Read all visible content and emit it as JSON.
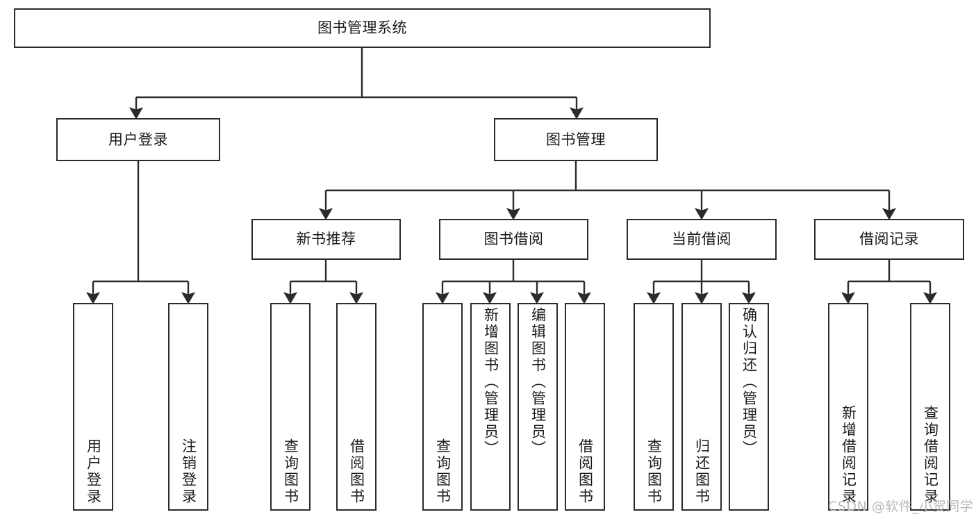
{
  "diagram": {
    "type": "tree-hierarchy",
    "title": "图书管理系统",
    "orientation": "top-down",
    "colors": {
      "node_border": "#2b2b2b",
      "node_fill": "#ffffff",
      "edge": "#2b2b2b",
      "text": "#1a1a1a",
      "watermark": "#b9b9b9",
      "background": "#ffffff"
    },
    "levels": {
      "root": {
        "label": "图书管理系统"
      },
      "level2": [
        {
          "id": "user-login",
          "label": "用户登录"
        },
        {
          "id": "book-management",
          "label": "图书管理"
        }
      ],
      "level3": [
        {
          "id": "new-book-recommend",
          "label": "新书推荐",
          "parent": "book-management"
        },
        {
          "id": "book-borrow",
          "label": "图书借阅",
          "parent": "book-management"
        },
        {
          "id": "current-borrow",
          "label": "当前借阅",
          "parent": "book-management"
        },
        {
          "id": "borrow-record",
          "label": "借阅记录",
          "parent": "book-management"
        }
      ],
      "leaves": [
        {
          "id": "leaf-user-login",
          "label": "用户登录",
          "parent": "user-login"
        },
        {
          "id": "leaf-logout-login",
          "label": "注销登录",
          "parent": "user-login"
        },
        {
          "id": "leaf-query-book-1",
          "label": "查询图书",
          "parent": "new-book-recommend"
        },
        {
          "id": "leaf-borrow-book-1",
          "label": "借阅图书",
          "parent": "new-book-recommend"
        },
        {
          "id": "leaf-query-book-2",
          "label": "查询图书",
          "parent": "book-borrow"
        },
        {
          "id": "leaf-add-book",
          "label": "新增图书（管理员）",
          "parent": "book-borrow"
        },
        {
          "id": "leaf-edit-book",
          "label": "编辑图书（管理员）",
          "parent": "book-borrow"
        },
        {
          "id": "leaf-borrow-book-2",
          "label": "借阅图书",
          "parent": "book-borrow"
        },
        {
          "id": "leaf-query-book-3",
          "label": "查询图书",
          "parent": "current-borrow"
        },
        {
          "id": "leaf-return-book",
          "label": "归还图书",
          "parent": "current-borrow"
        },
        {
          "id": "leaf-confirm-return",
          "label": "确认归还（管理员）",
          "parent": "current-borrow"
        },
        {
          "id": "leaf-add-record",
          "label": "新增借阅记录",
          "parent": "borrow-record"
        },
        {
          "id": "leaf-query-record",
          "label": "查询借阅记录",
          "parent": "borrow-record"
        }
      ]
    }
  },
  "watermark": {
    "text": "CSDN @软件_小贺同学"
  }
}
